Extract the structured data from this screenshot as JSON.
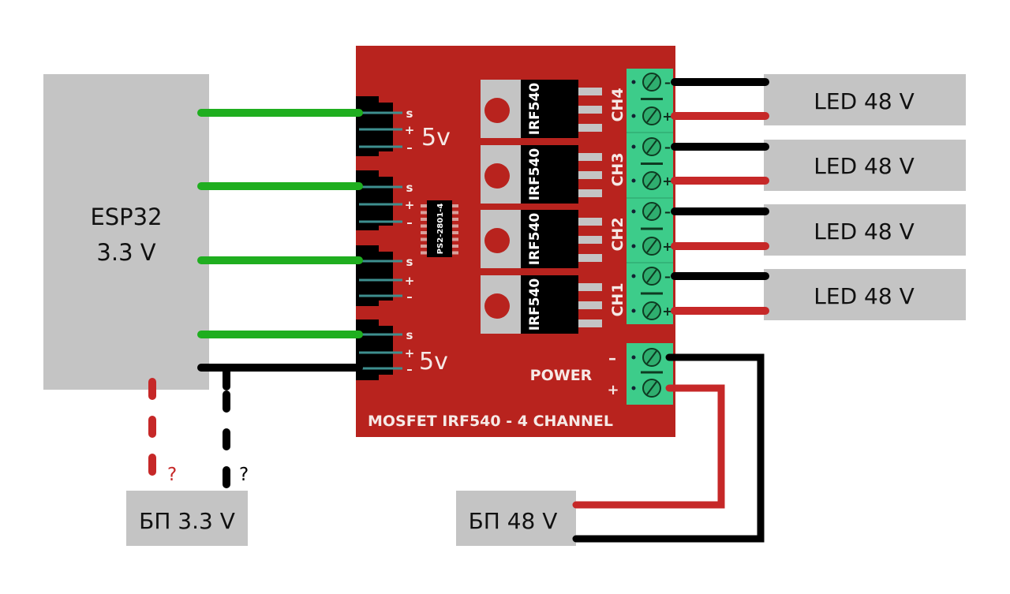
{
  "colors": {
    "board": "#b8231e",
    "box": "#c4c4c4",
    "signal_wire": "#1fae1f",
    "positive_wire": "#c62828",
    "negative_wire": "#000000",
    "terminal": "#3dcc8a",
    "header": "#000000",
    "trace": "#3e8f8f"
  },
  "esp32": {
    "line1": "ESP32",
    "line2": "3.3 V"
  },
  "psu_small": {
    "label": "БП 3.3 V",
    "question_red": "?",
    "question_black": "?"
  },
  "psu_main": {
    "label": "БП 48 V"
  },
  "board": {
    "title": "MOSFET IRF540 - 4 CHANNEL",
    "power_label": "POWER",
    "power_minus": "–",
    "power_plus": "+",
    "optocoupler": "PS2-2801-4",
    "voltage_top": "5v",
    "voltage_bottom": "5v",
    "header_pins": [
      "s",
      "+",
      "–"
    ],
    "mosfets": [
      "IRF540",
      "IRF540",
      "IRF540",
      "IRF540"
    ],
    "channels": [
      "CH4",
      "CH3",
      "CH2",
      "CH1"
    ],
    "terminal_minus": "–",
    "terminal_plus": "+"
  },
  "loads": [
    {
      "label": "LED 48 V"
    },
    {
      "label": "LED 48 V"
    },
    {
      "label": "LED 48 V"
    },
    {
      "label": "LED 48 V"
    }
  ]
}
